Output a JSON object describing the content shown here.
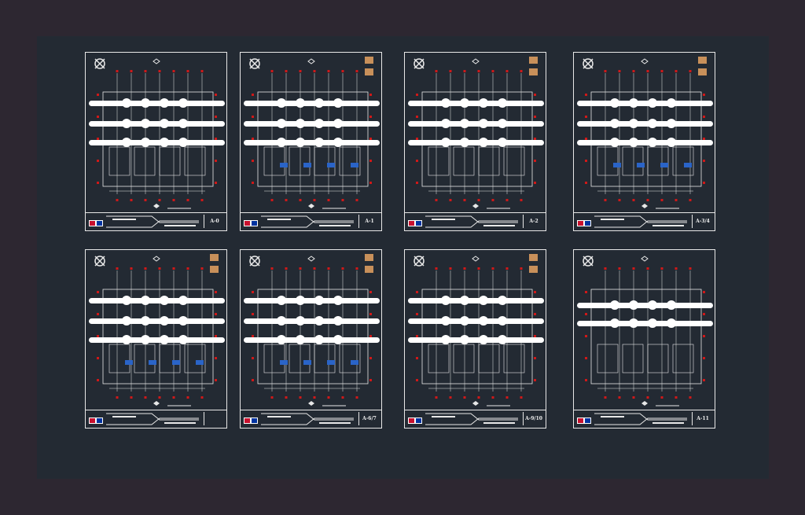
{
  "colors": {
    "background": "#2d2731",
    "canvas": "#232a33",
    "linework": "#e8e8e8",
    "grid_bubble": "#ffffff",
    "axis_marker": "#d01818",
    "furniture": "#c8905a",
    "accent_blue": "#2a64c8"
  },
  "sheets": [
    {
      "code": "A-0"
    },
    {
      "code": "A-1"
    },
    {
      "code": "A-2"
    },
    {
      "code": "A-3/4"
    },
    {
      "code": ""
    },
    {
      "code": "A-6/7"
    },
    {
      "code": "A-9/10"
    },
    {
      "code": "A-11"
    }
  ]
}
